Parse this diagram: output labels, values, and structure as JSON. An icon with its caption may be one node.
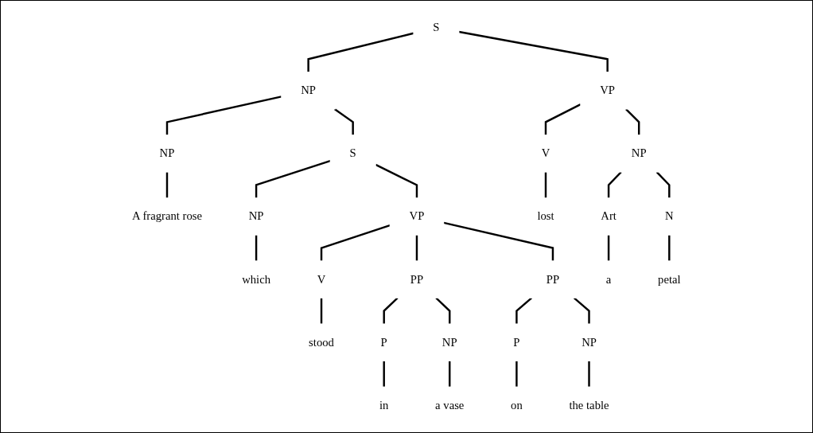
{
  "diagram": {
    "nodes": [
      {
        "text": [
          "S"
        ]
      },
      {
        "text": [
          "NP"
        ]
      },
      {
        "text": [
          "VP"
        ]
      },
      {
        "text": [
          "NP"
        ]
      },
      {
        "text": [
          "S"
        ]
      },
      {
        "text": [
          "V"
        ]
      },
      {
        "text": [
          "NP"
        ]
      },
      {
        "text": [
          "NP"
        ]
      },
      {
        "text": [
          "VP"
        ]
      },
      {
        "text": [
          "V"
        ]
      },
      {
        "text": [
          "PP"
        ]
      },
      {
        "text": [
          "PP"
        ]
      },
      {
        "text": [
          "Art"
        ]
      },
      {
        "text": [
          "N"
        ]
      },
      {
        "text": [
          "P"
        ]
      },
      {
        "text": [
          "NP"
        ]
      },
      {
        "text": [
          "P"
        ]
      },
      {
        "text": [
          "NP"
        ]
      },
      {
        "text": [
          "A fragrant rose"
        ]
      },
      {
        "text": [
          "which"
        ]
      },
      {
        "text": [
          "stood"
        ]
      },
      {
        "text": [
          "in"
        ]
      },
      {
        "text": [
          "a vase"
        ]
      },
      {
        "text": [
          "on"
        ]
      },
      {
        "text": [
          "the table"
        ]
      },
      {
        "text": [
          "lost"
        ]
      },
      {
        "text": [
          "a"
        ]
      },
      {
        "text": [
          "petal"
        ]
      }
    ],
    "edges": [
      {
        "from": 0,
        "to": 1,
        "arrow": "none"
      },
      {
        "from": 0,
        "to": 2,
        "arrow": "none"
      },
      {
        "from": 1,
        "to": 3,
        "arrow": "none"
      },
      {
        "from": 1,
        "to": 4,
        "arrow": "none"
      },
      {
        "from": 2,
        "to": 5,
        "arrow": "none"
      },
      {
        "from": 2,
        "to": 6,
        "arrow": "none"
      },
      {
        "from": 3,
        "to": 18,
        "arrow": "none"
      },
      {
        "from": 4,
        "to": 7,
        "arrow": "none"
      },
      {
        "from": 4,
        "to": 8,
        "arrow": "none"
      },
      {
        "from": 7,
        "to": 19,
        "arrow": "none"
      },
      {
        "from": 8,
        "to": 9,
        "arrow": "none"
      },
      {
        "from": 8,
        "to": 10,
        "arrow": "none"
      },
      {
        "from": 8,
        "to": 11,
        "arrow": "none"
      },
      {
        "from": 9,
        "to": 20,
        "arrow": "none"
      },
      {
        "from": 10,
        "to": 14,
        "arrow": "none"
      },
      {
        "from": 10,
        "to": 15,
        "arrow": "none"
      },
      {
        "from": 11,
        "to": 16,
        "arrow": "none"
      },
      {
        "from": 11,
        "to": 17,
        "arrow": "none"
      },
      {
        "from": 14,
        "to": 21,
        "arrow": "none"
      },
      {
        "from": 15,
        "to": 22,
        "arrow": "none"
      },
      {
        "from": 16,
        "to": 23,
        "arrow": "none"
      },
      {
        "from": 17,
        "to": 24,
        "arrow": "none"
      },
      {
        "from": 5,
        "to": 25,
        "arrow": "none"
      },
      {
        "from": 6,
        "to": 12,
        "arrow": "none"
      },
      {
        "from": 6,
        "to": 13,
        "arrow": "none"
      },
      {
        "from": 12,
        "to": 26,
        "arrow": "none"
      },
      {
        "from": 13,
        "to": 27,
        "arrow": "none"
      }
    ]
  }
}
